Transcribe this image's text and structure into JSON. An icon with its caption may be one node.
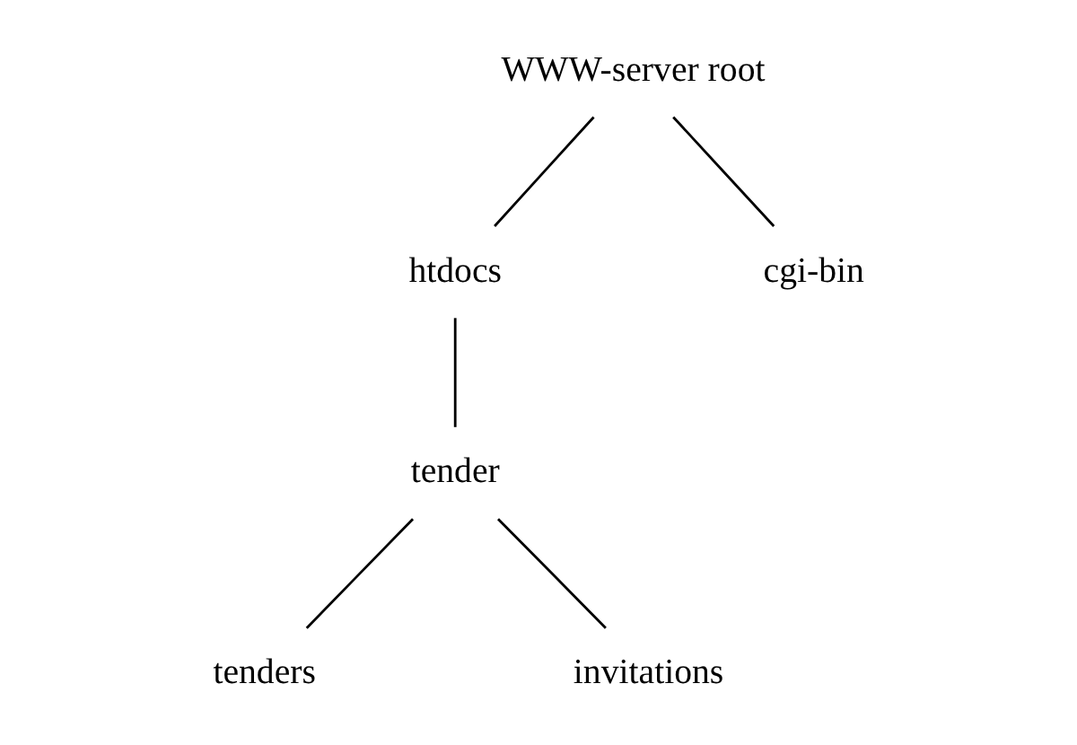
{
  "diagram": {
    "nodes": [
      {
        "text": [
          "WWW-server root"
        ]
      },
      {
        "text": [
          "htdocs"
        ]
      },
      {
        "text": [
          "cgi-bin"
        ]
      },
      {
        "text": [
          "tender"
        ]
      },
      {
        "text": [
          "tenders"
        ]
      },
      {
        "text": [
          "invitations"
        ]
      }
    ],
    "edges": [
      {
        "from": 0,
        "to": 1,
        "arrow": "none"
      },
      {
        "from": 0,
        "to": 2,
        "arrow": "none"
      },
      {
        "from": 1,
        "to": 3,
        "arrow": "none"
      },
      {
        "from": 3,
        "to": 4,
        "arrow": "none"
      },
      {
        "from": 3,
        "to": 5,
        "arrow": "none"
      }
    ]
  }
}
